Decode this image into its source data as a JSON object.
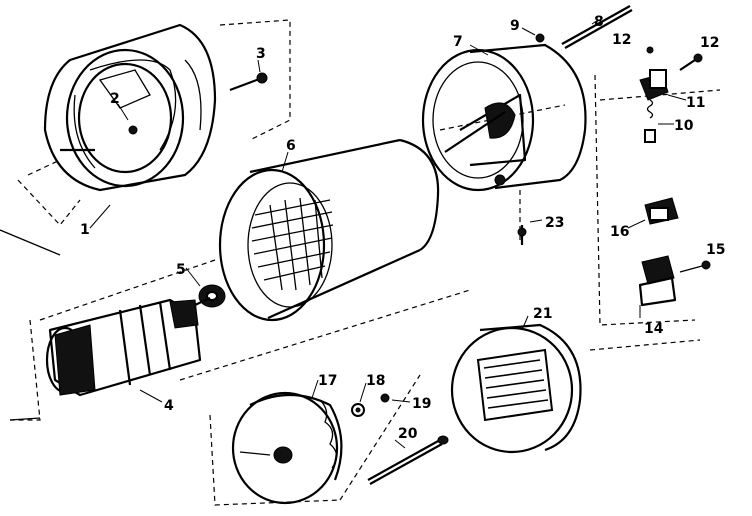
{
  "callouts": {
    "c1": "1",
    "c2": "2",
    "c3": "3",
    "c4": "4",
    "c5": "5",
    "c6": "6",
    "c7": "7",
    "c8": "8",
    "c9": "9",
    "c10": "10",
    "c11": "11",
    "c12a": "12",
    "c12b": "12",
    "c14": "14",
    "c15": "15",
    "c16": "16",
    "c17": "17",
    "c18": "18",
    "c19": "19",
    "c20": "20",
    "c21": "21",
    "c23": "23"
  }
}
